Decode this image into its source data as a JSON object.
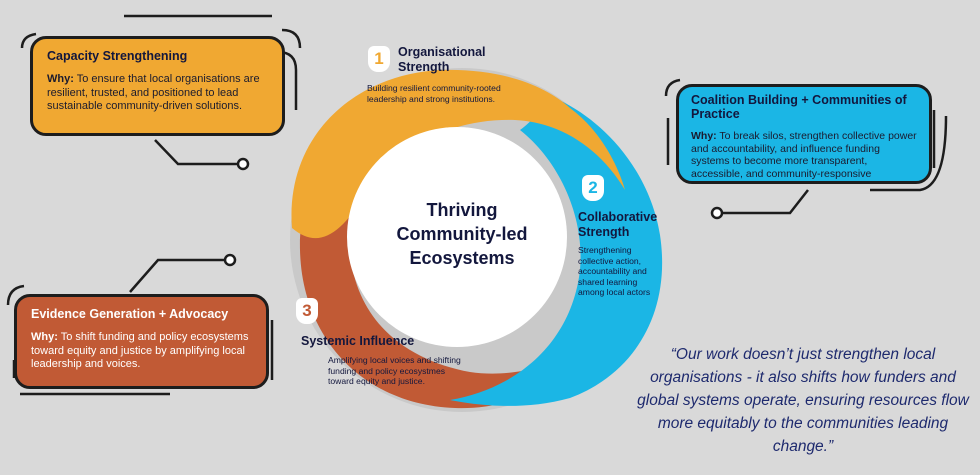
{
  "center": {
    "title_line1": "Thriving",
    "title_line2": "Community-led",
    "title_line3": "Ecosystems"
  },
  "segments": [
    {
      "number": "1",
      "title_line1": "Organisational",
      "title_line2": "Strength",
      "desc_line1": "Building resilient community-rooted",
      "desc_line2": "leadership and strong institutions.",
      "color": "#f0a832",
      "number_color": "#f0a832"
    },
    {
      "number": "2",
      "title_line1": "Collaborative",
      "title_line2": "Strength",
      "desc_line1": "Strengthening",
      "desc_line2": "collective action,",
      "desc_line3": "accountability and",
      "desc_line4": "shared learning",
      "desc_line5": "among local actors",
      "color": "#1bb6e5",
      "number_color": "#1bb6e5"
    },
    {
      "number": "3",
      "title_line1": "Systemic Influence",
      "desc_line1": "Amplifying local voices and shifting",
      "desc_line2": "funding and policy ecosystmes",
      "desc_line3": "toward equity and justice.",
      "color": "#c15a35",
      "number_color": "#c15a35"
    }
  ],
  "boxes": {
    "capacity": {
      "title": "Capacity Strengthening",
      "why_label": "Why:",
      "text": " To ensure that local organisations are resilient, trusted, and positioned to lead sustainable community-driven solutions.",
      "color": "#f0a832"
    },
    "coalition": {
      "title": "Coalition Building + Communities of Practice",
      "why_label": "Why:",
      "text": " To break silos, strengthen collective power and accountability, and influence funding systems to become more transparent, accessible, and community-responsive",
      "color": "#1bb6e5"
    },
    "evidence": {
      "title": "Evidence Generation + Advocacy",
      "why_label": "Why:",
      "text": " To shift funding and policy ecosystems toward equity and justice by amplifying local leadership and voices.",
      "color": "#c15a35"
    }
  },
  "quote": "“Our work doesn’t just strengthen local organisations - it also shifts how funders and global systems operate, ensuring resources flow more equitably to the communities leading change.”"
}
